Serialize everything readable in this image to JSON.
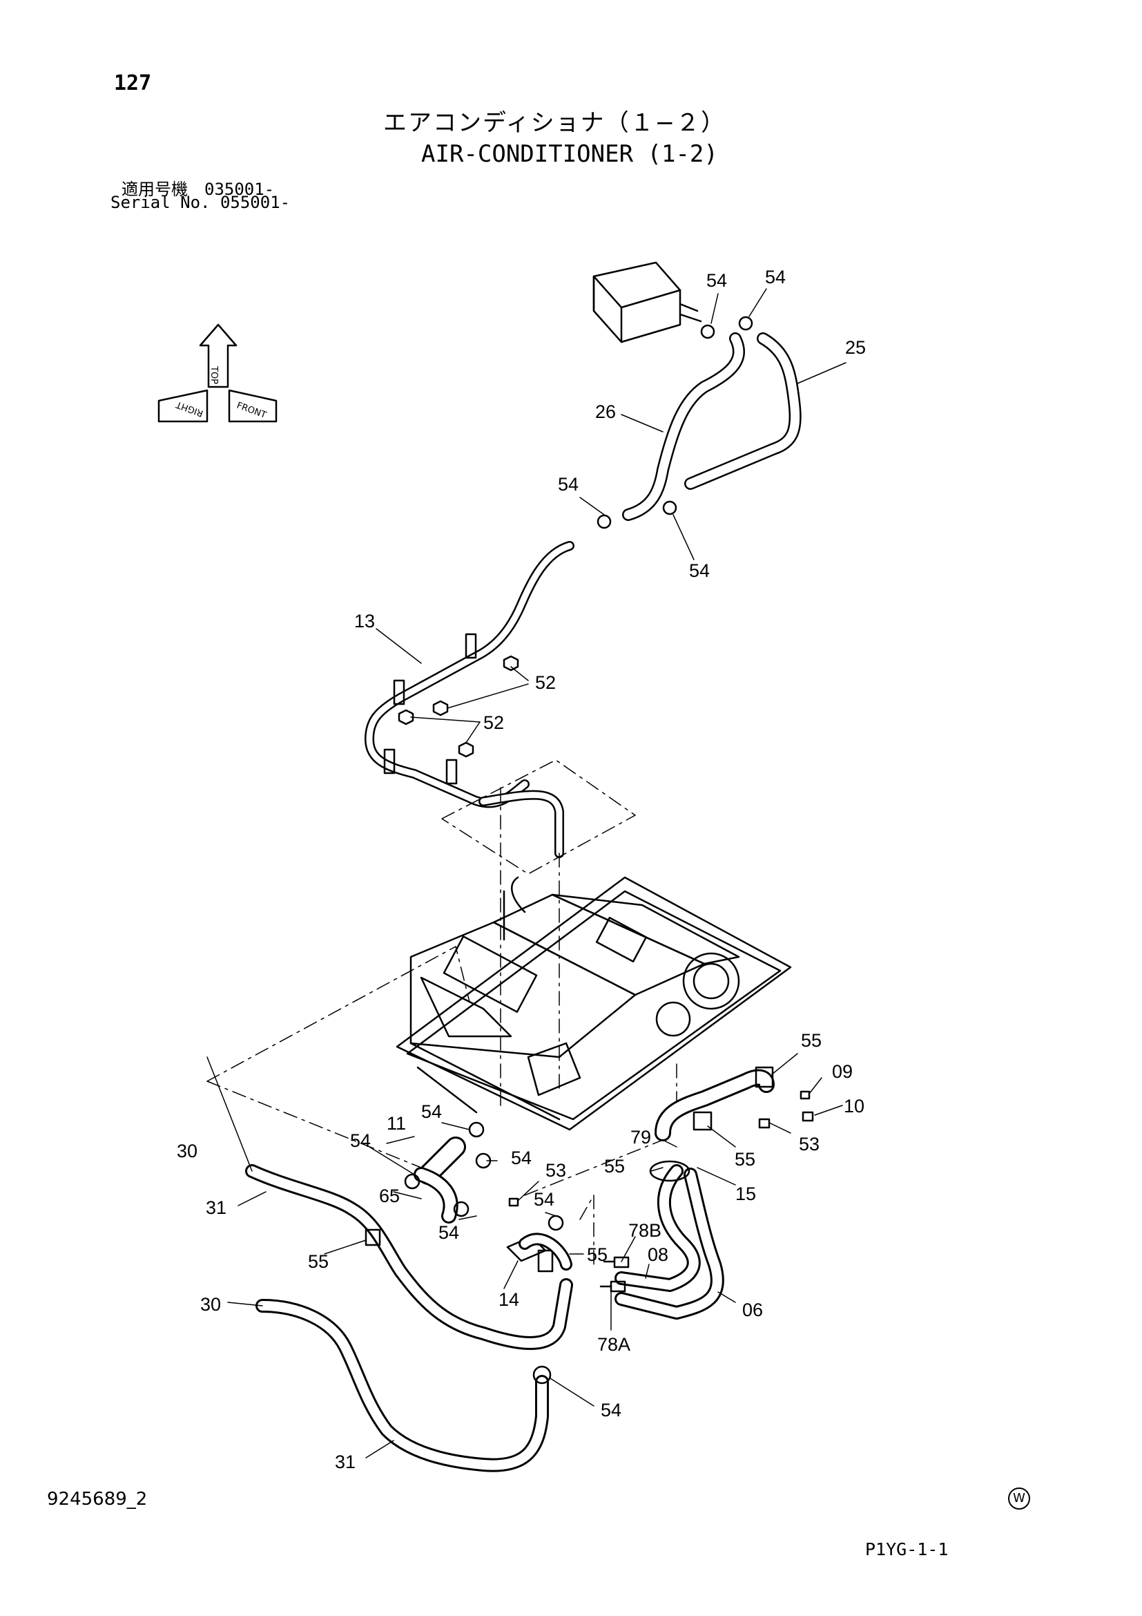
{
  "header": {
    "page_number": "127",
    "title_ja": "エアコンディショナ（１−２）",
    "title_en": "AIR-CONDITIONER (1-2)",
    "serial_line_1": "適用号機　035001-",
    "serial_line_2": "Serial No. 055001-"
  },
  "orientation": {
    "top_label": "TOP",
    "right_label": "RIGHT",
    "front_label": "FRONT"
  },
  "callouts": [
    {
      "id": "c54a",
      "text": "54"
    },
    {
      "id": "c54b",
      "text": "54"
    },
    {
      "id": "c25",
      "text": "25"
    },
    {
      "id": "c26",
      "text": "26"
    },
    {
      "id": "c54c",
      "text": "54"
    },
    {
      "id": "c54d",
      "text": "54"
    },
    {
      "id": "c13",
      "text": "13"
    },
    {
      "id": "c52a",
      "text": "52"
    },
    {
      "id": "c52b",
      "text": "52"
    },
    {
      "id": "c55a",
      "text": "55"
    },
    {
      "id": "c09",
      "text": "09"
    },
    {
      "id": "c10",
      "text": "10"
    },
    {
      "id": "c54e",
      "text": "54"
    },
    {
      "id": "c11",
      "text": "11"
    },
    {
      "id": "c79",
      "text": "79"
    },
    {
      "id": "c53a",
      "text": "53"
    },
    {
      "id": "c30a",
      "text": "30"
    },
    {
      "id": "c54f",
      "text": "54"
    },
    {
      "id": "c54g",
      "text": "54"
    },
    {
      "id": "c55b",
      "text": "55"
    },
    {
      "id": "c55c",
      "text": "55"
    },
    {
      "id": "c53b",
      "text": "53"
    },
    {
      "id": "c15",
      "text": "15"
    },
    {
      "id": "c65",
      "text": "65"
    },
    {
      "id": "c31a",
      "text": "31"
    },
    {
      "id": "c54h",
      "text": "54"
    },
    {
      "id": "c54i",
      "text": "54"
    },
    {
      "id": "c78b",
      "text": "78B"
    },
    {
      "id": "c08",
      "text": "08"
    },
    {
      "id": "c55d",
      "text": "55"
    },
    {
      "id": "c55e",
      "text": "55"
    },
    {
      "id": "c14",
      "text": "14"
    },
    {
      "id": "c06",
      "text": "06"
    },
    {
      "id": "c30b",
      "text": "30"
    },
    {
      "id": "c78a",
      "text": "78A"
    },
    {
      "id": "c54j",
      "text": "54"
    },
    {
      "id": "c31b",
      "text": "31"
    }
  ],
  "footer": {
    "doc_number": "9245689_2",
    "mark": "W",
    "ref_code": "P1YG-1-1"
  }
}
